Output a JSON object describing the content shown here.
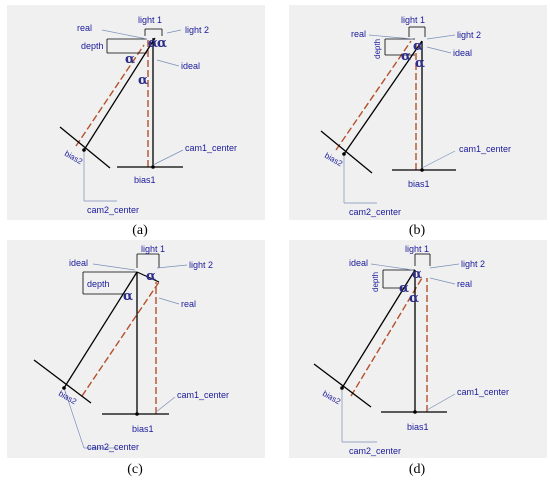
{
  "panels": [
    {
      "id": "a",
      "caption": "(a)",
      "labels": {
        "light1": "light 1",
        "light2": "light 2",
        "real": "real",
        "ideal": "ideal",
        "depth": "depth",
        "alpha": "α",
        "cam1_center": "cam1_center",
        "cam2_center": "cam2_center",
        "bias1": "bias1",
        "bias2": "bias2"
      }
    },
    {
      "id": "b",
      "caption": "(b)",
      "labels": {
        "light1": "light 1",
        "light2": "light 2",
        "real": "real",
        "ideal": "ideal",
        "depth": "depth",
        "alpha": "α",
        "cam1_center": "cam1_center",
        "cam2_center": "cam2_center",
        "bias1": "bias1",
        "bias2": "bias2"
      }
    },
    {
      "id": "c",
      "caption": "(c)",
      "labels": {
        "light1": "light 1",
        "light2": "light 2",
        "real": "real",
        "ideal": "ideal",
        "depth": "depth",
        "alpha": "α",
        "cam1_center": "cam1_center",
        "cam2_center": "cam2_center",
        "bias1": "bias1",
        "bias2": "bias2"
      }
    },
    {
      "id": "d",
      "caption": "(d)",
      "labels": {
        "light1": "light 1",
        "light2": "light 2",
        "real": "real",
        "ideal": "ideal",
        "depth": "depth",
        "alpha": "α",
        "cam1_center": "cam1_center",
        "cam2_center": "cam2_center",
        "bias1": "bias1",
        "bias2": "bias2"
      }
    }
  ],
  "colors": {
    "panel_background": "#f0f0f0",
    "solid_line": "#000000",
    "dashed_line": "#b4502a",
    "label_text": "#1a1a9a",
    "leader_line": "#7a8fb8"
  }
}
